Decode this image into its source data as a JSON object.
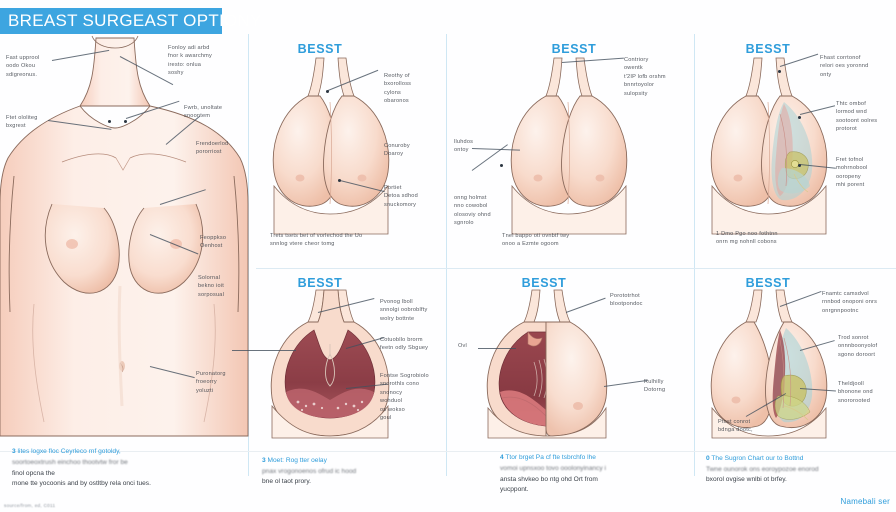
{
  "document": {
    "title": "BREAST SURGEAST OPTIONY",
    "source_note": "source/from, ed, C011",
    "signature": "Namebali ser"
  },
  "colors": {
    "banner_blue": "#3da5e0",
    "heading_blue": "#2f9ddb",
    "skin_light": "#fbe3d8",
    "skin_mid": "#f6cdbc",
    "skin_shadow": "#e8b6a4",
    "outline": "#8a6a5c",
    "tissue_dark_red": "#8e3f47",
    "tissue_mid_red": "#b9626a",
    "tissue_pink": "#e09a95",
    "teal": "#9ecfd4",
    "yellow": "#ccc766",
    "divider": "#cfe7f4"
  },
  "panels": [
    {
      "id": "torso",
      "heading": "",
      "annotations": [
        {
          "text": "Fast upprool\noodo Okou\nsdigreonus."
        },
        {
          "text": "Fonloy adi arbd\nfnor k awarchmy\niresto: onlua\nsoshy"
        },
        {
          "text": "Ftet ololiteg\nbxgrest"
        },
        {
          "text": "Fwrb, unoltate\nsnoontem"
        },
        {
          "text": "Frendoerlod\npororriost"
        },
        {
          "text": "Feoppkso\nOenhost"
        },
        {
          "text": "Solornal\nbekno ioit\nsorposual"
        },
        {
          "text": "Puronatorg\nfroeorry\nyoluzti"
        }
      ]
    },
    {
      "id": "panel-2a",
      "heading": "BESST",
      "annotations": [
        {
          "text": "Reothy of\nbxorolloss\ncylons\nobaronos"
        },
        {
          "text": "Conuroby\nDoaroy"
        },
        {
          "text": "Portiet\nDetoa sdhod\nsnuckomory"
        }
      ],
      "footnote": "Trets tsets bet of vorlechod the Uo\nsnnlog vtere cheor tomg"
    },
    {
      "id": "panel-3a",
      "heading": "BESST",
      "annotations": [
        {
          "text": "Contriory\nowentk\nt'2IP lofb orshm\nbnnrtoyolor\nsulopsity"
        },
        {
          "text": "lluhdos\nontoy"
        },
        {
          "text": "onng holmst\nnno cowobol\nolosoviy ohnd\nsgnrolo"
        }
      ],
      "footnote": "Tnel bappo oti ovnbtf twy\nonoo a Ezmte ogoom"
    },
    {
      "id": "panel-4a",
      "heading": "BESST",
      "annotations": [
        {
          "text": "Fhast corrtonof\nrelori oes yoronnd\nonty"
        },
        {
          "text": "Thtc ombof\nlormod wnd\nsootoont oolres\nprotorot"
        },
        {
          "text": "Fret tofnol\nmohrnobool\nooropeny\nmhi porent"
        }
      ],
      "footnote": "1  Dmo Pgo noo fothtnn\nonrn mg nohnll cobons"
    },
    {
      "id": "panel-2b",
      "heading": "BESST",
      "annotations": [
        {
          "text": "Pvonog lboll\nsnnolgi oobroblfty\nwolry bottnte"
        },
        {
          "text": "Cotuobllo brorm\nfeetn odly Sbguey"
        },
        {
          "text": "Fontse Sogrobiolo\nsnorothls cono\nsnonocy\nwohduol\nos wokso\ngoul"
        }
      ]
    },
    {
      "id": "panel-3b",
      "heading": "BESST",
      "annotations": [
        {
          "text": "Porototrhot\nblootpondoc"
        },
        {
          "text": "Ovl"
        },
        {
          "text": "Rulhilly\nDotorng"
        }
      ]
    },
    {
      "id": "panel-4b",
      "heading": "BESST",
      "annotations": [
        {
          "text": "Fnamtc camsdvol\nrnnbod onoponi onrs\nonrgnnpootnc"
        },
        {
          "text": "Trod sonrot\nonnnboonyolof\nsgono doroort"
        },
        {
          "text": "Theldjooll\nbhonone ond\nsnororooted"
        },
        {
          "text": "Ptost conrot\nbdnga dootc,"
        }
      ]
    }
  ],
  "captions": [
    {
      "num": "3",
      "lead": "lites logxe floc Ceyrleco rnf gotoldy,",
      "blur_line": "soortoeoxtrush einchoo thootvtw fror be",
      "rest": "finol opcna the\nmone tte yocoonis and by ostltby rela onci tues."
    },
    {
      "num": "3",
      "lead": "Moet: Rog tter oelay",
      "blur_line": "pnax vrogonoenos ofrud ic hood",
      "rest": "bne ol taot prory."
    },
    {
      "num": "4",
      "lead": "Ttor brget Pa cf fte tsbrchfo lhe",
      "blur_line": "vomoi upnsxoo tovo ooolonyinancy i",
      "rest": "ansta shvkeo bo ntg ohd Ort from\nyucppont."
    },
    {
      "num": "0",
      "lead": "The Sugron Chart our to Bottnd",
      "blur_line": "Twne ounorok ons eoroypozoe enorod",
      "rest": "bxorol ovgise wnlbi ot brfey."
    }
  ]
}
